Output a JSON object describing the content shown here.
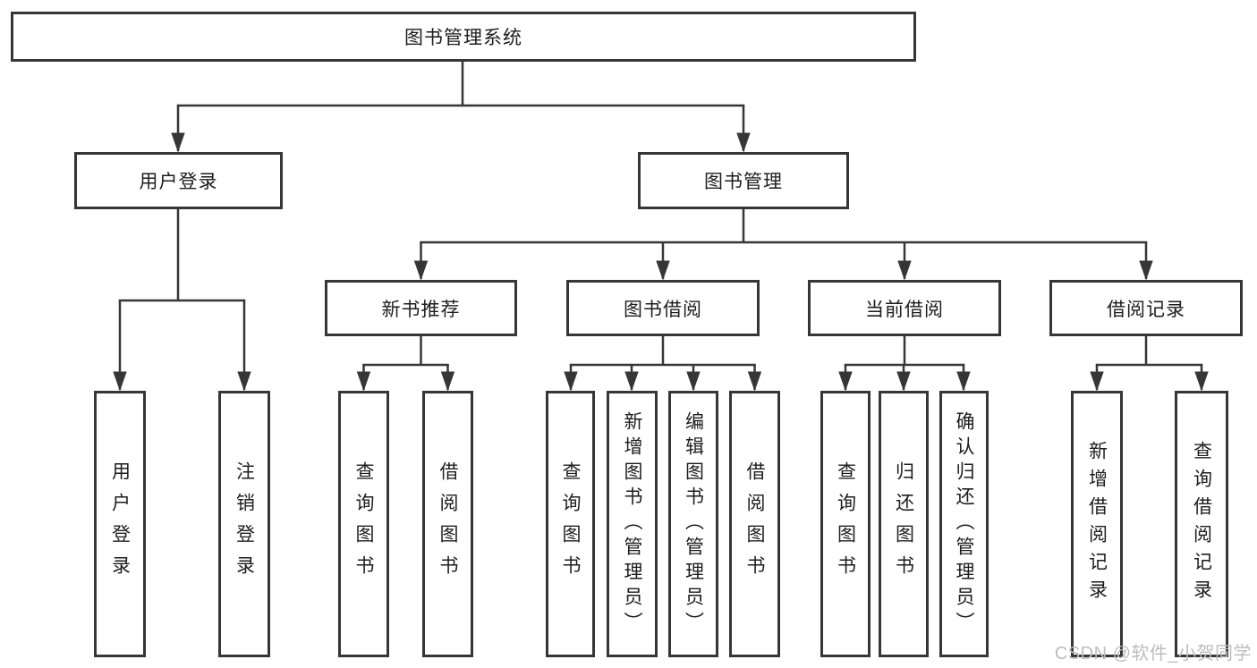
{
  "diagram": {
    "title": "图书管理系统",
    "colors": {
      "line": "#363636",
      "box_border": "#363636",
      "text": "#1d1d1d",
      "background": "#ffffff",
      "watermark": "#bdbdbd"
    },
    "tree": {
      "root": {
        "label": "图书管理系统",
        "children": [
          {
            "label": "用户登录",
            "children": [
              {
                "label": "用户登录"
              },
              {
                "label": "注销登录"
              }
            ]
          },
          {
            "label": "图书管理",
            "children": [
              {
                "label": "新书推荐",
                "children": [
                  {
                    "label": "查询图书"
                  },
                  {
                    "label": "借阅图书"
                  }
                ]
              },
              {
                "label": "图书借阅",
                "children": [
                  {
                    "label": "查询图书"
                  },
                  {
                    "label": "新增图书（管理员）"
                  },
                  {
                    "label": "编辑图书（管理员）"
                  },
                  {
                    "label": "借阅图书"
                  }
                ]
              },
              {
                "label": "当前借阅",
                "children": [
                  {
                    "label": "查询图书"
                  },
                  {
                    "label": "归还图书"
                  },
                  {
                    "label": "确认归还（管理员）"
                  }
                ]
              },
              {
                "label": "借阅记录",
                "children": [
                  {
                    "label": "新增借阅记录"
                  },
                  {
                    "label": "查询借阅记录"
                  }
                ]
              }
            ]
          }
        ]
      }
    },
    "watermark": "CSDN @软件_小贺同学"
  }
}
